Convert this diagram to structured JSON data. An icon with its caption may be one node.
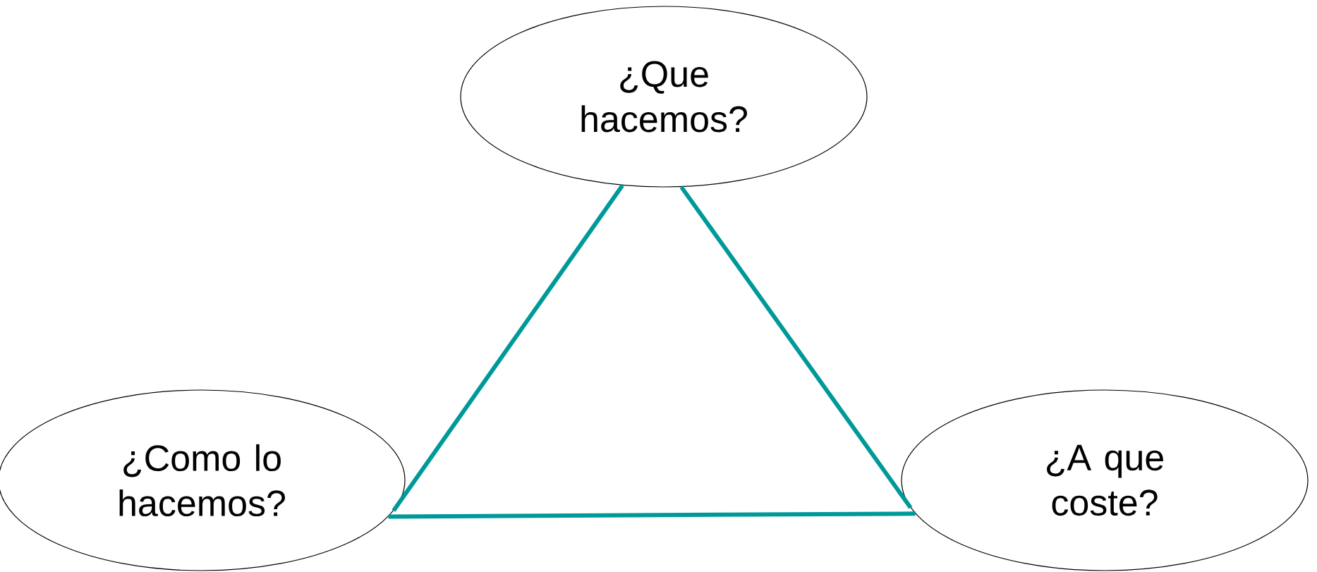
{
  "diagram": {
    "nodes": [
      {
        "text": [
          "¿Que hacemos?"
        ]
      },
      {
        "text": [
          "¿Como lo hacemos?"
        ]
      },
      {
        "text": [
          "¿A que coste?"
        ]
      }
    ],
    "edges": [
      {
        "from": 0,
        "to": 1,
        "arrow": "none"
      },
      {
        "from": 0,
        "to": 2,
        "arrow": "none"
      },
      {
        "from": 1,
        "to": 2,
        "arrow": "none"
      }
    ]
  }
}
